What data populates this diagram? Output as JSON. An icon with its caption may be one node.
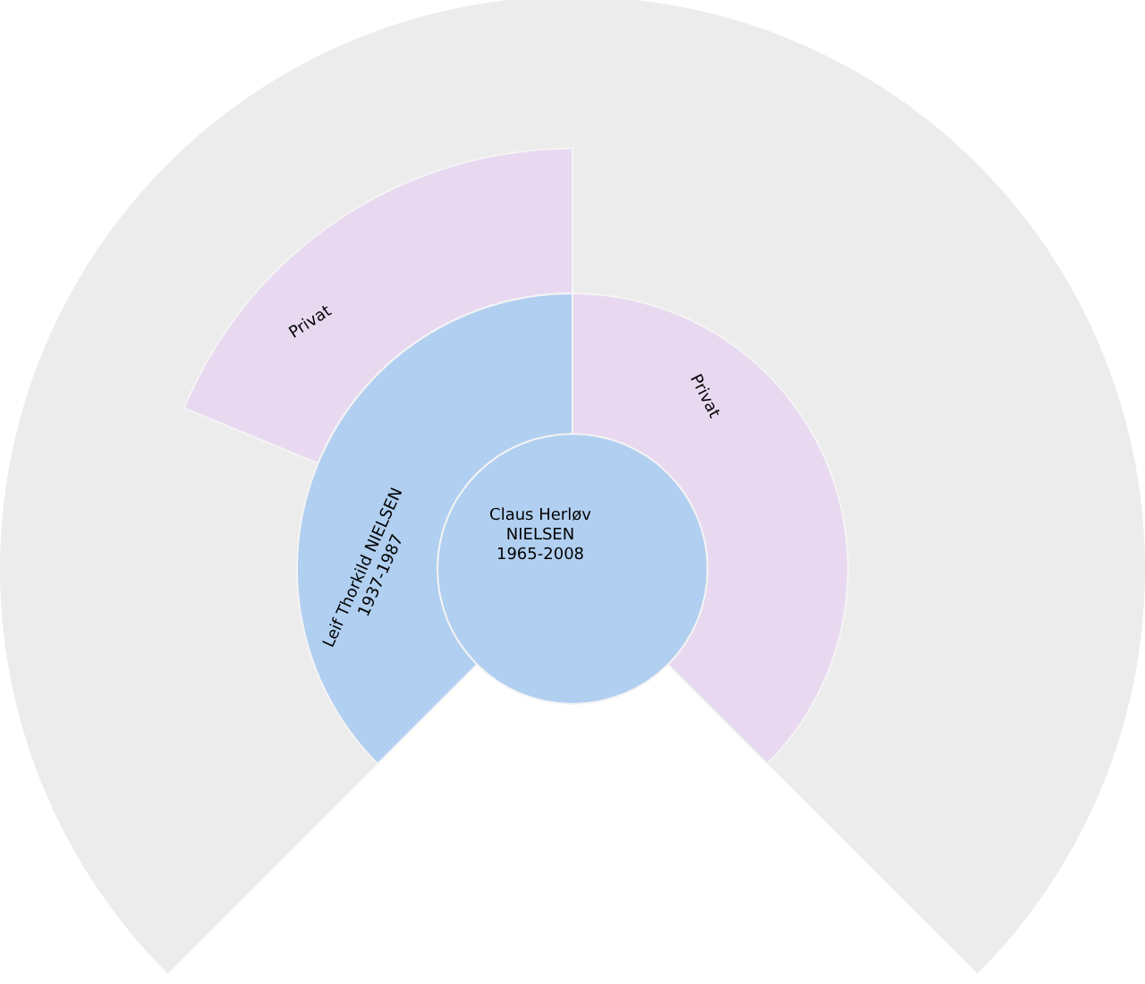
{
  "diagram": {
    "nodes": [
      {
        "text": [
          "Claus Herløv NIELSEN",
          "1965-2008"
        ]
      },
      {
        "text": [
          "Leif Thorkild NIELSEN",
          "1937-1987"
        ]
      },
      {
        "text": [
          "Privat"
        ]
      },
      {
        "text": [
          "Privat"
        ]
      }
    ]
  }
}
